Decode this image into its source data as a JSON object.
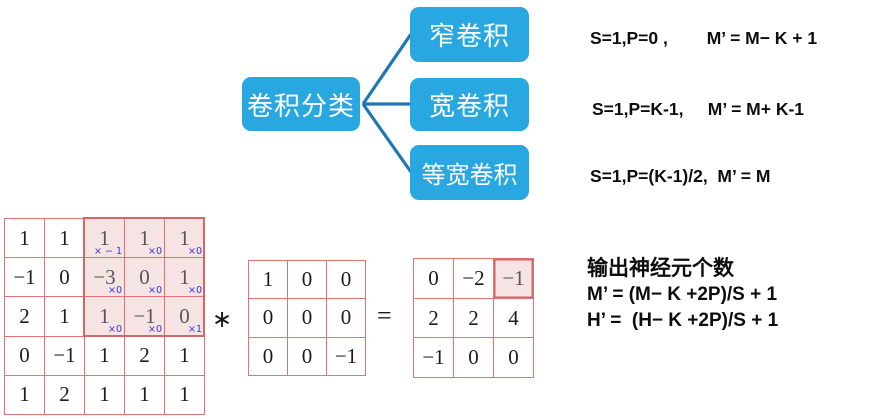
{
  "colors": {
    "node_blue": "#29a7e0",
    "connector_blue": "#1e77b4",
    "matrix_border_red": "#e07474",
    "highlight_border_red": "#cf6868",
    "highlight_fill_pink": "#f6e3e3",
    "multiplier_blue": "#3434cf",
    "text_black": "#0d0d0d"
  },
  "diagram": {
    "root_label": "卷积分类",
    "branches": [
      {
        "label": "窄卷积"
      },
      {
        "label": "宽卷积"
      },
      {
        "label": "等宽卷积"
      }
    ]
  },
  "formulas": [
    {
      "text": "S=1,P=0 ,        M’ = M− K + 1"
    },
    {
      "text": "S=1,P=K-1,     M’ = M+ K-1"
    },
    {
      "text": "S=1,P=(K-1)/2,  M’ = M"
    }
  ],
  "output_block": {
    "title": "输出神经元个数",
    "lines": [
      "M’ = (M− K +2P)/S + 1",
      "H’ =  (H− K +2P)/S + 1"
    ]
  },
  "convolution": {
    "operator": "∗",
    "equals": "=",
    "input": {
      "values": [
        [
          "1",
          "1",
          "1",
          "1",
          "1"
        ],
        [
          "−1",
          "0",
          "−3",
          "0",
          "1"
        ],
        [
          "2",
          "1",
          "1",
          "−1",
          "0"
        ],
        [
          "0",
          "−1",
          "1",
          "2",
          "1"
        ],
        [
          "1",
          "2",
          "1",
          "1",
          "1"
        ]
      ],
      "highlight": {
        "row_start": 0,
        "row_end": 2,
        "col_start": 2,
        "col_end": 4
      },
      "multipliers": [
        [
          "× − 1",
          "×0",
          "×0"
        ],
        [
          "×0",
          "×0",
          "×0"
        ],
        [
          "×0",
          "×0",
          "×1"
        ]
      ]
    },
    "kernel": {
      "values": [
        [
          "1",
          "0",
          "0"
        ],
        [
          "0",
          "0",
          "0"
        ],
        [
          "0",
          "0",
          "−1"
        ]
      ]
    },
    "result": {
      "values": [
        [
          "0",
          "−2",
          "−1"
        ],
        [
          "2",
          "2",
          "4"
        ],
        [
          "−1",
          "0",
          "0"
        ]
      ],
      "highlight_cell": [
        0,
        2
      ]
    }
  }
}
